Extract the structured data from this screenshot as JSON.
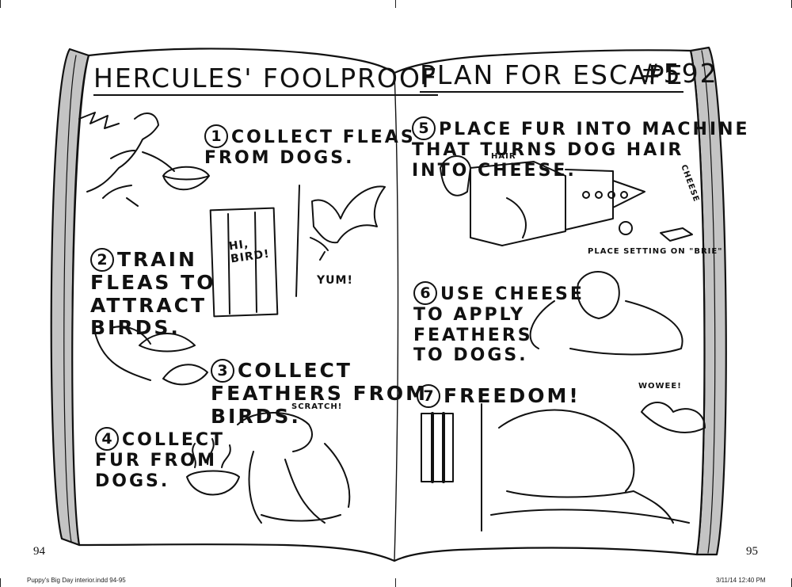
{
  "title": {
    "left": "HERCULES' FOOLPROOF",
    "right_a": "PLAN FOR ESCAPE",
    "right_b": "#592"
  },
  "steps": [
    {
      "num": "1",
      "text": "COLLECT FLEAS\nFROM DOGS."
    },
    {
      "num": "2",
      "text": "TRAIN\nFLEAS TO\nATTRACT\nBIRDS."
    },
    {
      "num": "3",
      "text": "COLLECT\nFEATHERS FROM\nBIRDS."
    },
    {
      "num": "4",
      "text": "COLLECT\nFUR FROM\nDOGS."
    },
    {
      "num": "5",
      "text": "PLACE FUR INTO MACHINE\nTHAT TURNS DOG HAIR\nINTO CHEESE."
    },
    {
      "num": "6",
      "text": "USE CHEESE\nTO APPLY\nFEATHERS\nTO DOGS."
    },
    {
      "num": "7",
      "text": "FREEDOM!"
    }
  ],
  "captions": {
    "hi_bird": "HI,\nBIRD!",
    "yum": "YUM!",
    "hair": "HAIR",
    "cheese": "CHEESE",
    "place_setting": "PLACE SETTING ON \"BRIE\"",
    "scratch": "SCRATCH!",
    "wowee": "WOWEE!"
  },
  "page_numbers": {
    "left": "94",
    "right": "95"
  },
  "footer": {
    "file": "Puppy's Big Day interior.indd   94-95",
    "timestamp": "3/11/14   12:40 PM"
  },
  "colors": {
    "ink": "#111111",
    "paper": "#ffffff",
    "shade": "#bdbdbd"
  }
}
